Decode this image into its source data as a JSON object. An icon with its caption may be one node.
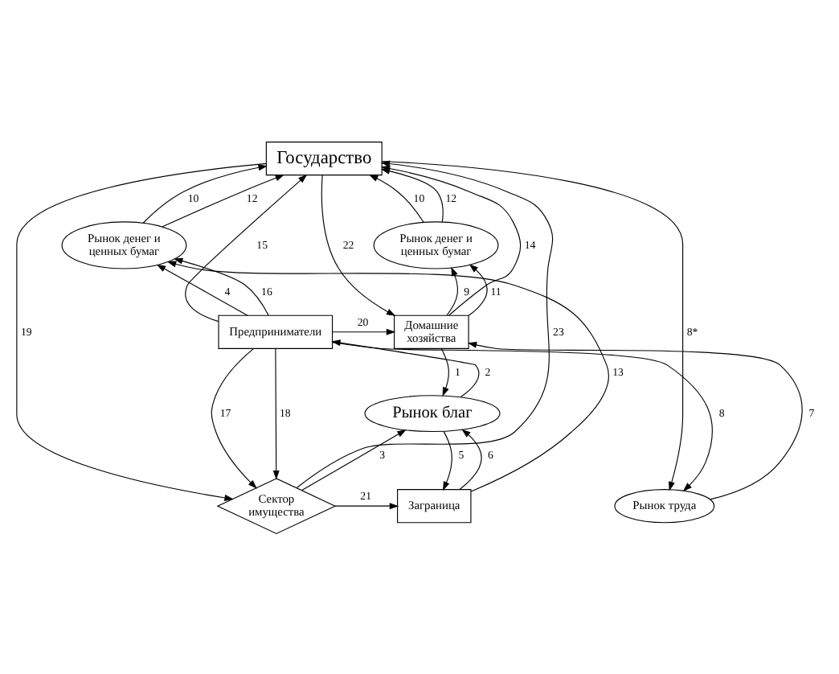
{
  "diagram": {
    "nodes": [
      {
        "text": [
          "Государство"
        ]
      },
      {
        "text": [
          "Рынок денег и ценных бумаг"
        ]
      },
      {
        "text": [
          "Рынок денег и ценных бумаг"
        ]
      },
      {
        "text": [
          "Предприниматели"
        ]
      },
      {
        "text": [
          "Домашние хозяйства"
        ]
      },
      {
        "text": [
          "Рынок благ"
        ]
      },
      {
        "text": [
          "Сектор имущества"
        ]
      },
      {
        "text": [
          "Заграница"
        ]
      },
      {
        "text": [
          "Рынок труда"
        ]
      }
    ],
    "edges": [
      {
        "from": 4,
        "to": 5,
        "arrow": "to",
        "label": "1"
      },
      {
        "from": 5,
        "to": 3,
        "arrow": "to",
        "label": "2"
      },
      {
        "from": 6,
        "to": 5,
        "arrow": "to",
        "label": "3"
      },
      {
        "from": 3,
        "to": 1,
        "arrow": "to",
        "label": "4"
      },
      {
        "from": 5,
        "to": 7,
        "arrow": "to",
        "label": "5"
      },
      {
        "from": 7,
        "to": 5,
        "arrow": "to",
        "label": "6"
      },
      {
        "from": 8,
        "to": 4,
        "arrow": "to",
        "label": "7"
      },
      {
        "from": 3,
        "to": 8,
        "arrow": "to",
        "label": "8"
      },
      {
        "from": 0,
        "to": 8,
        "arrow": "to",
        "label": "8*"
      },
      {
        "from": 4,
        "to": 2,
        "arrow": "to",
        "label": "9"
      },
      {
        "from": 1,
        "to": 0,
        "arrow": "to",
        "label": "10"
      },
      {
        "from": 2,
        "to": 0,
        "arrow": "to",
        "label": "10"
      },
      {
        "from": 4,
        "to": 2,
        "arrow": "to",
        "label": "11"
      },
      {
        "from": 1,
        "to": 0,
        "arrow": "to",
        "label": "12"
      },
      {
        "from": 2,
        "to": 0,
        "arrow": "to",
        "label": "12"
      },
      {
        "from": 7,
        "to": 1,
        "arrow": "to",
        "label": "13"
      },
      {
        "from": 4,
        "to": 0,
        "arrow": "to",
        "label": "14"
      },
      {
        "from": 3,
        "to": 0,
        "arrow": "to",
        "label": "15"
      },
      {
        "from": 3,
        "to": 1,
        "arrow": "to",
        "label": "16"
      },
      {
        "from": 3,
        "to": 6,
        "arrow": "to",
        "label": "17"
      },
      {
        "from": 3,
        "to": 6,
        "arrow": "to",
        "label": "18"
      },
      {
        "from": 0,
        "to": 6,
        "arrow": "to",
        "label": "19"
      },
      {
        "from": 3,
        "to": 4,
        "arrow": "to",
        "label": "20"
      },
      {
        "from": 6,
        "to": 7,
        "arrow": "to",
        "label": "21"
      },
      {
        "from": 0,
        "to": 4,
        "arrow": "to",
        "label": "22"
      },
      {
        "from": 6,
        "to": 0,
        "arrow": "to",
        "label": "23"
      }
    ]
  }
}
